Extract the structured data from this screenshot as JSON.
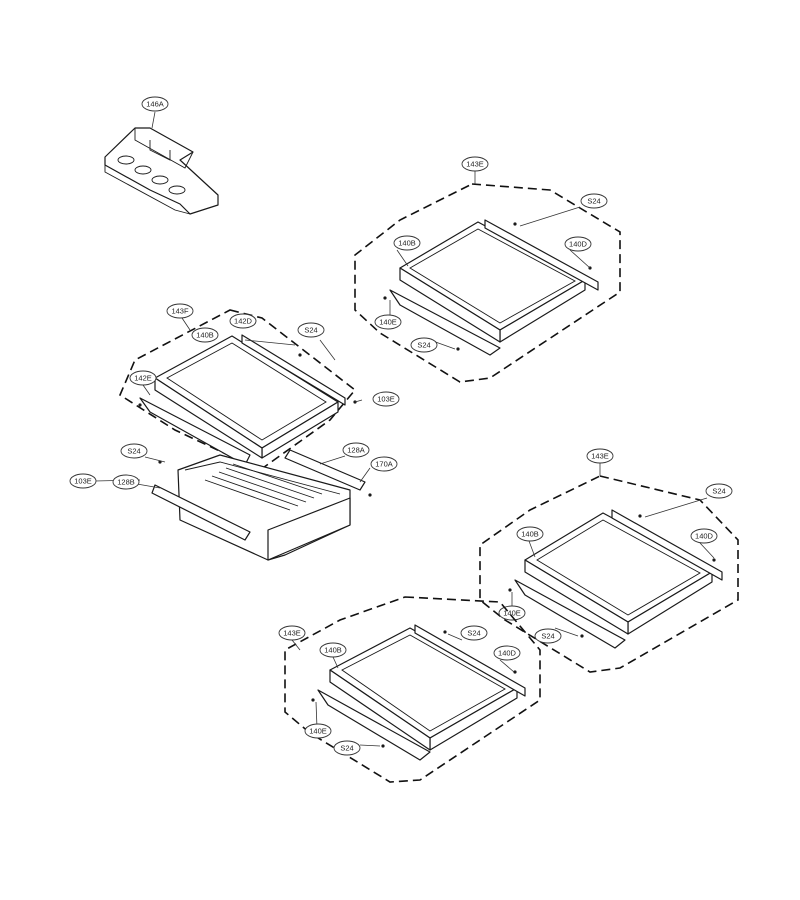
{
  "labels": {
    "l146a": "146A",
    "l143e_top": "143E",
    "l140b_top": "140B",
    "l140d_top": "140D",
    "l140e_top": "140E",
    "l s24_top_a": "S24",
    "ls24_top_a": "S24",
    "ls24_top_b": "S24",
    "l143f": "143F",
    "l140b_left": "140B",
    "l142d": "142D",
    "ls24_left_a": "S24",
    "l142e": "142E",
    "l103e_right": "103E",
    "ls24_left_b": "S24",
    "l128a": "128A",
    "l170a": "170A",
    "l103e_left": "103E",
    "l128b": "128B",
    "l143e_right": "143E",
    "ls24_right_a": "S24",
    "l140b_right": "140B",
    "l140d_right": "140D",
    "l140e_right": "140E",
    "ls24_right_b": "S24",
    "l143e_bottom": "143E",
    "ls24_bottom_a": "S24",
    "l140b_bottom": "140B",
    "l140d_bottom": "140D",
    "l140e_bottom": "140E",
    "ls24_bottom_b": "S24"
  }
}
